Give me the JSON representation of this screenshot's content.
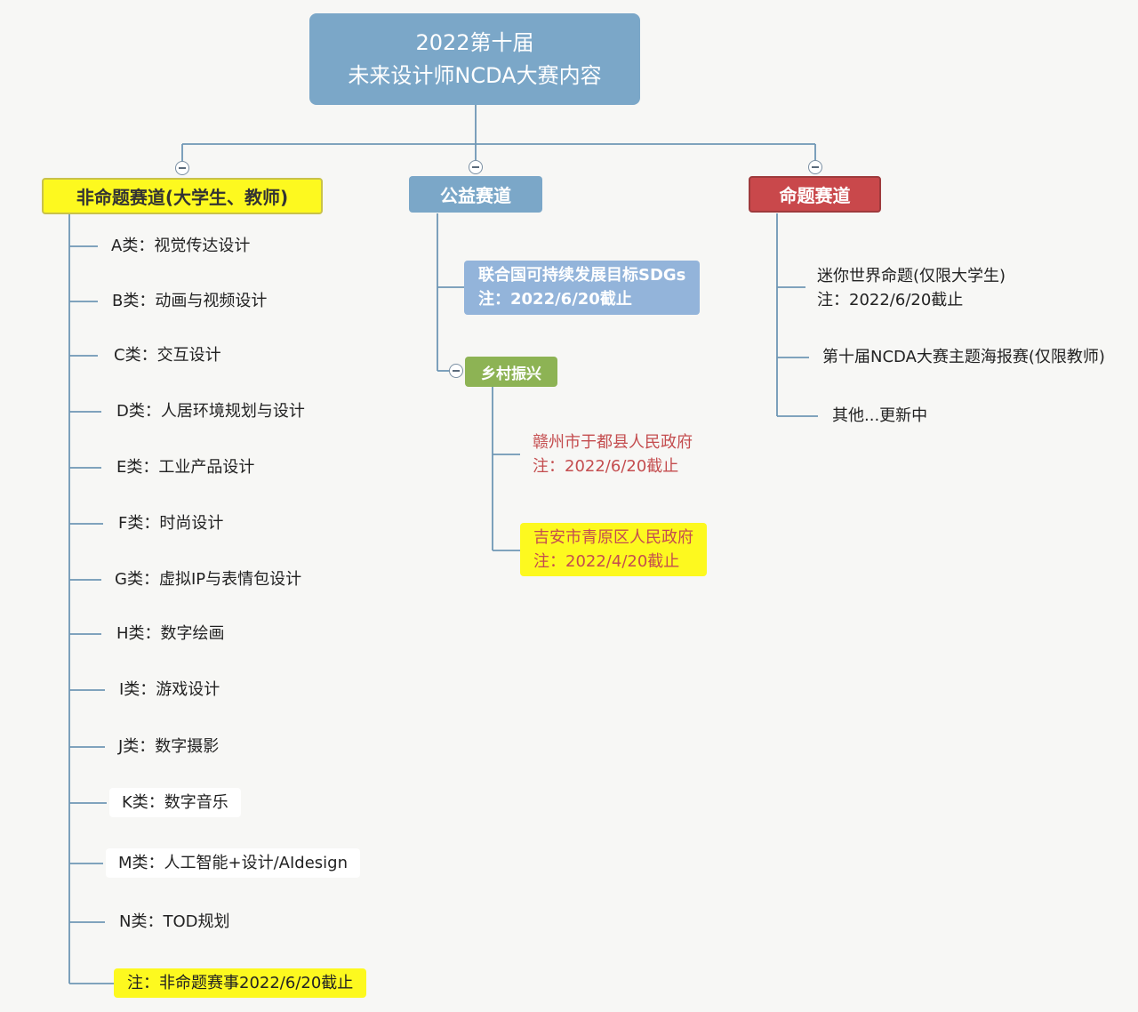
{
  "root": {
    "line1": "2022第十届",
    "line2": "未来设计师NCDA大赛内容"
  },
  "branches": {
    "non_proposition": {
      "label": "非命题赛道(大学生、教师)",
      "items": [
        "A类：视觉传达设计",
        "B类：动画与视频设计",
        "C类：交互设计",
        "D类：人居环境规划与设计",
        "E类：工业产品设计",
        "F类：时尚设计",
        "G类：虚拟IP与表情包设计",
        "H类：数字绘画",
        "I类：游戏设计",
        "J类：数字摄影",
        "K类：数字音乐",
        "M类：人工智能+设计/AIdesign",
        "N类：TOD规划",
        "注：非命题赛事2022/6/20截止"
      ]
    },
    "public_welfare": {
      "label": "公益赛道",
      "sdgs": {
        "line1": "联合国可持续发展目标SDGs",
        "line2": "注：2022/6/20截止"
      },
      "rural": {
        "label": "乡村振兴",
        "ganzhou": {
          "line1": "赣州市于都县人民政府",
          "line2": "注：2022/6/20截止"
        },
        "jian": {
          "line1": "吉安市青原区人民政府",
          "line2": "注：2022/4/20截止"
        }
      }
    },
    "proposition": {
      "label": "命题赛道",
      "mini": {
        "line1": "迷你世界命题(仅限大学生)",
        "line2": "注：2022/6/20截止"
      },
      "poster": "第十届NCDA大赛主题海报赛(仅限教师)",
      "other": "其他...更新中"
    }
  },
  "colors": {
    "root": "#7ba7c8",
    "non_proposition": "#fdf91f",
    "public_welfare": "#7ba7c8",
    "proposition": "#c9484b",
    "sdgs": "#93b4da",
    "rural": "#8db354",
    "line": "#6f97b5"
  }
}
